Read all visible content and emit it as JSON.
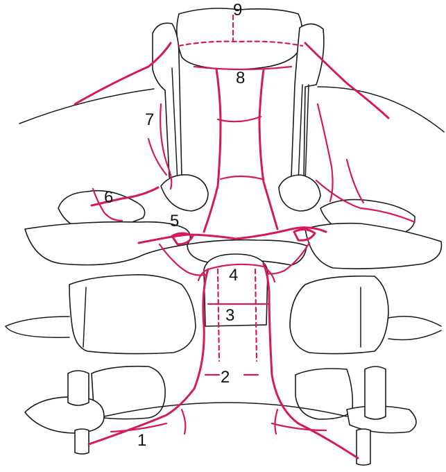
{
  "labels": {
    "l1": "1",
    "l2": "2",
    "l3": "3",
    "l4": "4",
    "l5": "5",
    "l6": "6",
    "l7": "7",
    "l8": "8",
    "l9": "9"
  },
  "colors": {
    "artery": "#d6195b",
    "outline": "#1a1a1a",
    "background": "#ffffff"
  }
}
